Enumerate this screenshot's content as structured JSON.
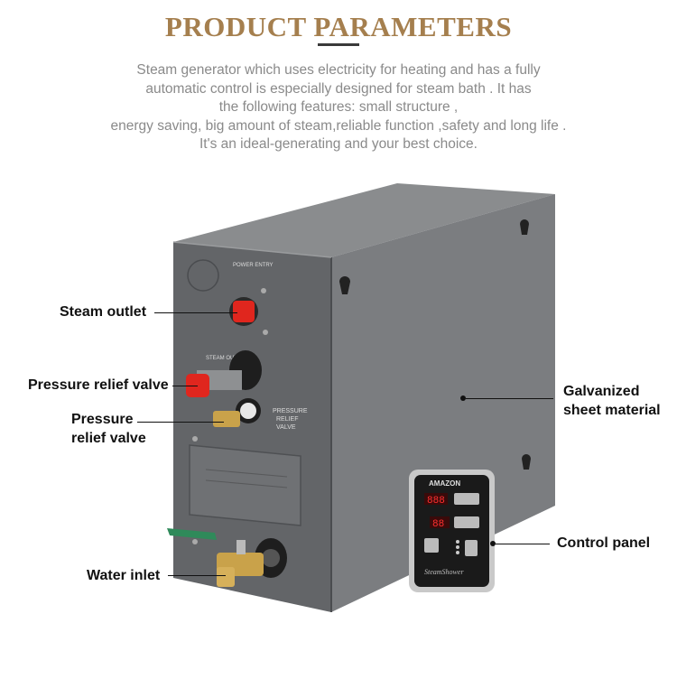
{
  "header": {
    "title_word1": "PRODUCT",
    "title_word2": "PARAMETERS"
  },
  "description": [
    "Steam generator which uses electricity for heating and has a fully",
    "automatic control is especially designed for steam bath . It has",
    "the following features: small structure ,",
    "energy saving, big amount of steam,reliable function ,safety and long life .",
    "It's an ideal-generating and your best choice."
  ],
  "callouts": {
    "steam_outlet": "Steam outlet",
    "pressure_relief_valve_1": "Pressure relief valve",
    "pressure_relief_valve_2a": "Pressure",
    "pressure_relief_valve_2b": "relief valve",
    "water_inlet": "Water inlet",
    "galvanized_a": "Galvanized",
    "galvanized_b": "sheet material",
    "control_panel": "Control panel"
  },
  "device_labels": {
    "power_entry": "POWER ENTRY",
    "steam_outlet": "STEAM OUTLET",
    "pressure_relief": "PRESSURE",
    "relief": "RELIEF",
    "valve": "VALVE",
    "brand": "AMAZON",
    "display_1": "888",
    "display_2": "88",
    "script_logo": "SteamShower"
  },
  "colors": {
    "title": "#a57f4e",
    "desc": "#8a8a8a",
    "body_front": "#6b6d6f",
    "body_side": "#7d7f81",
    "knob": "#e0261e",
    "brass": "#c9a24a",
    "valve_handle": "#2f8a5a",
    "display": "#e02020"
  }
}
